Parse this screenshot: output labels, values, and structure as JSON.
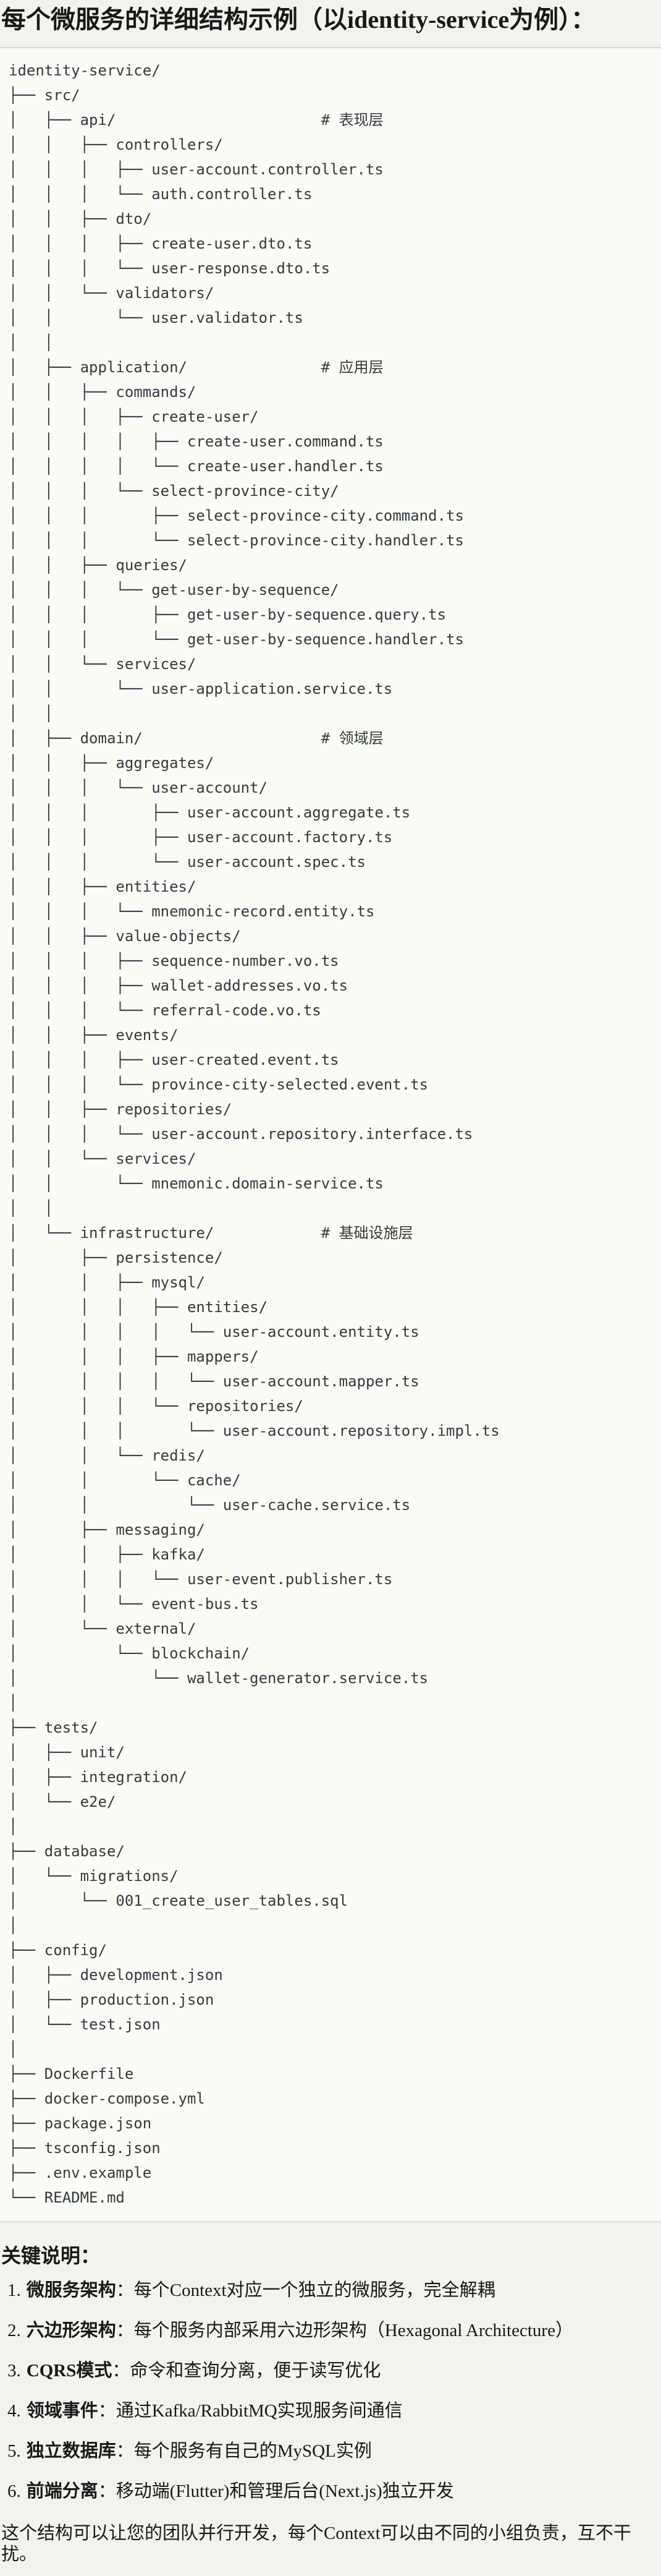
{
  "title": "每个微服务的详细结构示例（以identity-service为例）：",
  "colors": {
    "page_bg": "#f4f2ec",
    "code_bg": "#fbfaf6",
    "code_border": "#dcdbd5",
    "code_text": "#343a40",
    "text": "#17181a"
  },
  "tree": {
    "lines": [
      "identity-service/",
      "├── src/",
      "│   ├── api/                       # 表现层",
      "│   │   ├── controllers/",
      "│   │   │   ├── user-account.controller.ts",
      "│   │   │   └── auth.controller.ts",
      "│   │   ├── dto/",
      "│   │   │   ├── create-user.dto.ts",
      "│   │   │   └── user-response.dto.ts",
      "│   │   └── validators/",
      "│   │       └── user.validator.ts",
      "│   │",
      "│   ├── application/               # 应用层",
      "│   │   ├── commands/",
      "│   │   │   ├── create-user/",
      "│   │   │   │   ├── create-user.command.ts",
      "│   │   │   │   └── create-user.handler.ts",
      "│   │   │   └── select-province-city/",
      "│   │   │       ├── select-province-city.command.ts",
      "│   │   │       └── select-province-city.handler.ts",
      "│   │   ├── queries/",
      "│   │   │   └── get-user-by-sequence/",
      "│   │   │       ├── get-user-by-sequence.query.ts",
      "│   │   │       └── get-user-by-sequence.handler.ts",
      "│   │   └── services/",
      "│   │       └── user-application.service.ts",
      "│   │",
      "│   ├── domain/                    # 领域层",
      "│   │   ├── aggregates/",
      "│   │   │   └── user-account/",
      "│   │   │       ├── user-account.aggregate.ts",
      "│   │   │       ├── user-account.factory.ts",
      "│   │   │       └── user-account.spec.ts",
      "│   │   ├── entities/",
      "│   │   │   └── mnemonic-record.entity.ts",
      "│   │   ├── value-objects/",
      "│   │   │   ├── sequence-number.vo.ts",
      "│   │   │   ├── wallet-addresses.vo.ts",
      "│   │   │   └── referral-code.vo.ts",
      "│   │   ├── events/",
      "│   │   │   ├── user-created.event.ts",
      "│   │   │   └── province-city-selected.event.ts",
      "│   │   ├── repositories/",
      "│   │   │   └── user-account.repository.interface.ts",
      "│   │   └── services/",
      "│   │       └── mnemonic.domain-service.ts",
      "│   │",
      "│   └── infrastructure/            # 基础设施层",
      "│       ├── persistence/",
      "│       │   ├── mysql/",
      "│       │   │   ├── entities/",
      "│       │   │   │   └── user-account.entity.ts",
      "│       │   │   ├── mappers/",
      "│       │   │   │   └── user-account.mapper.ts",
      "│       │   │   └── repositories/",
      "│       │   │       └── user-account.repository.impl.ts",
      "│       │   └── redis/",
      "│       │       └── cache/",
      "│       │           └── user-cache.service.ts",
      "│       ├── messaging/",
      "│       │   ├── kafka/",
      "│       │   │   └── user-event.publisher.ts",
      "│       │   └── event-bus.ts",
      "│       └── external/",
      "│           └── blockchain/",
      "│               └── wallet-generator.service.ts",
      "│",
      "├── tests/",
      "│   ├── unit/",
      "│   ├── integration/",
      "│   └── e2e/",
      "│",
      "├── database/",
      "│   └── migrations/",
      "│       └── 001_create_user_tables.sql",
      "│",
      "├── config/",
      "│   ├── development.json",
      "│   ├── production.json",
      "│   └── test.json",
      "│",
      "├── Dockerfile",
      "├── docker-compose.yml",
      "├── package.json",
      "├── tsconfig.json",
      "├── .env.example",
      "└── README.md"
    ]
  },
  "notes": {
    "heading": "关键说明：",
    "items": [
      {
        "num": "1.",
        "term": "微服务架构",
        "desc": "：每个Context对应一个独立的微服务，完全解耦"
      },
      {
        "num": "2.",
        "term": "六边形架构",
        "desc": "：每个服务内部采用六边形架构（Hexagonal Architecture）"
      },
      {
        "num": "3.",
        "term": "CQRS模式",
        "desc": "：命令和查询分离，便于读写优化"
      },
      {
        "num": "4.",
        "term": "领域事件",
        "desc": "：通过Kafka/RabbitMQ实现服务间通信"
      },
      {
        "num": "5.",
        "term": "独立数据库",
        "desc": "：每个服务有自己的MySQL实例"
      },
      {
        "num": "6.",
        "term": "前端分离",
        "desc": "：移动端(Flutter)和管理后台(Next.js)独立开发"
      }
    ],
    "footer": "这个结构可以让您的团队并行开发，每个Context可以由不同的小组负责，互不干扰。"
  }
}
